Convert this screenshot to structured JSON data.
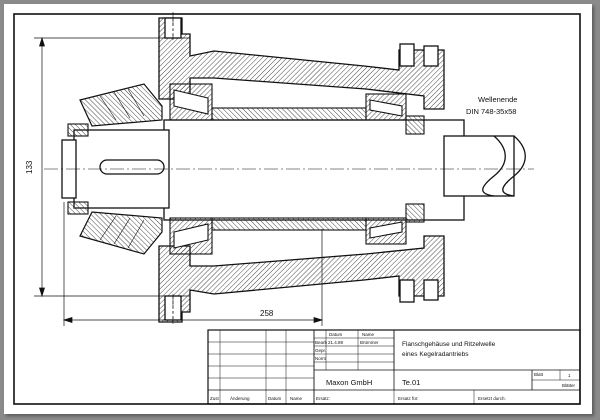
{
  "drawing": {
    "note_line1": "Wellenende",
    "note_line2": "DIN 748-35x58",
    "dim_vertical": "133",
    "dim_horizontal": "258"
  },
  "title_block": {
    "header_datum": "Datum",
    "header_name": "Name",
    "row_bearb": "Bearb",
    "date_bearb": "21.4.89",
    "name_bearb": "Brümmer",
    "row_gepr": "Gepr.",
    "row_norm": "Norm",
    "title_line1": "Flanschgehäuse und Ritzelwelle",
    "title_line2": "eines Kegelradantriebs",
    "company": "Maxon GmbH",
    "drawing_no": "Te.01",
    "sheet_label": "Blatt",
    "sheet_no": "1",
    "sheet_total": "Blätter",
    "col_zust": "Zust",
    "col_aend": "Änderung",
    "col_datum": "Datum",
    "col_name": "Name",
    "ersatz_fuer": "Ersatz für:",
    "ersetzt_durch": "Ersetzt durch:",
    "ersatz": "Ersatz:"
  },
  "colors": {
    "ink": "#111111",
    "hatch": "#333333",
    "paper": "#ffffff"
  }
}
